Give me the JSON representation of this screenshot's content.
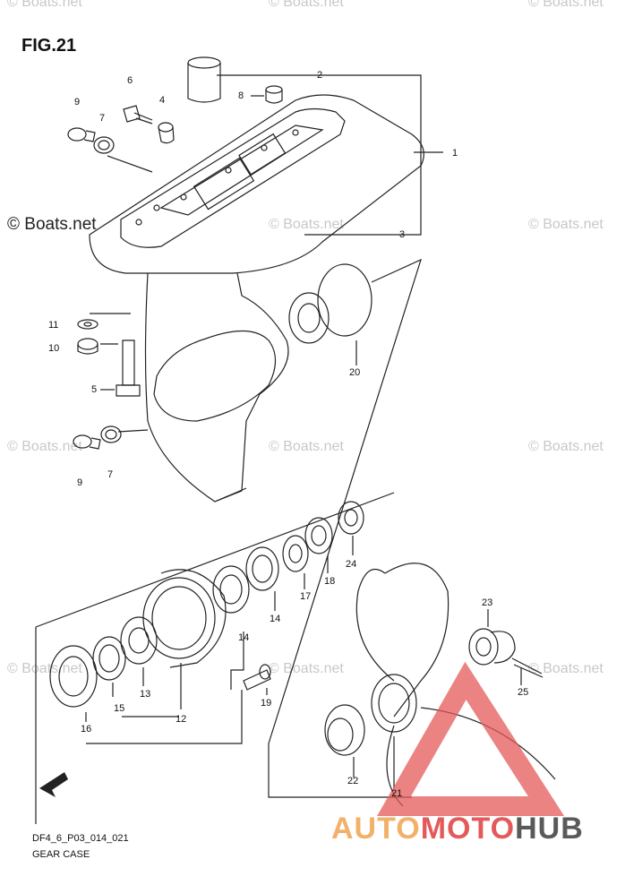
{
  "figure": {
    "title": "FIG.21"
  },
  "watermark": {
    "text": "© Boats.net"
  },
  "callouts": [
    "1",
    "2",
    "3",
    "4",
    "5",
    "6",
    "7",
    "8",
    "9",
    "10",
    "11",
    "12",
    "13",
    "14",
    "15",
    "16",
    "17",
    "18",
    "19",
    "20",
    "21",
    "22",
    "23",
    "24",
    "25"
  ],
  "callouts_dup": {
    "7b": "7",
    "9b": "9",
    "14b": "14"
  },
  "footer": {
    "code": "DF4_6_P03_014_021",
    "title": "GEAR CASE"
  },
  "brand": {
    "part1": "AUTO",
    "part2": "MOTO",
    "part3": "HUB"
  },
  "colors": {
    "line": "#222222",
    "watermark": "#c8c8c8",
    "brand_orange": "#f2b16a",
    "brand_red": "#e45a5a",
    "brand_gray": "#5a5a5a"
  },
  "icons": {
    "fwd_arrow": "arrow-left-icon"
  }
}
